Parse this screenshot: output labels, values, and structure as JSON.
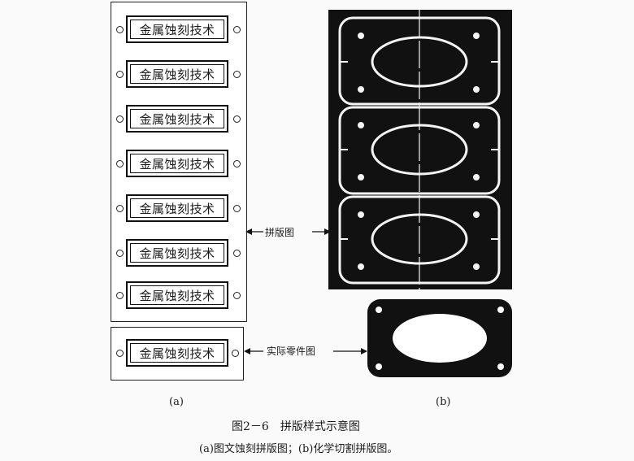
{
  "figure": {
    "plate_text": "金属蚀刻技术",
    "label_layout": "拼版图",
    "label_part": "实际零件图",
    "sub_a": "(a)",
    "sub_b": "(b)",
    "caption_title": "图2－6　拼版样式示意图",
    "caption_sub": "(a)图文蚀刻拼版图；(b)化学切割拼版图。"
  }
}
